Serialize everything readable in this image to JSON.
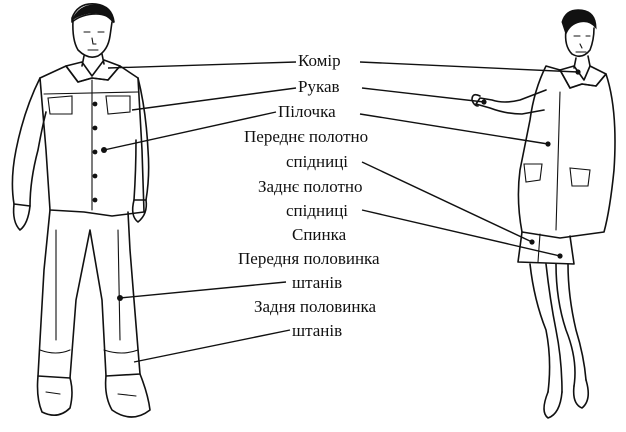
{
  "labels": [
    {
      "id": "collar",
      "text": "Комір"
    },
    {
      "id": "sleeve",
      "text": "Рукав"
    },
    {
      "id": "front",
      "text": "Пілочка"
    },
    {
      "id": "skirt_front_1",
      "text": "Переднє полотно"
    },
    {
      "id": "skirt_front_2",
      "text": "спідниці"
    },
    {
      "id": "skirt_back_1",
      "text": "Заднє полотно"
    },
    {
      "id": "skirt_back_2",
      "text": "спідниці"
    },
    {
      "id": "back",
      "text": "Спинка"
    },
    {
      "id": "trouser_front_1",
      "text": "Передня половинка"
    },
    {
      "id": "trouser_front_2",
      "text": "штанів"
    },
    {
      "id": "trouser_back_1",
      "text": "Задня половинка"
    },
    {
      "id": "trouser_back_2",
      "text": "штанів"
    }
  ]
}
